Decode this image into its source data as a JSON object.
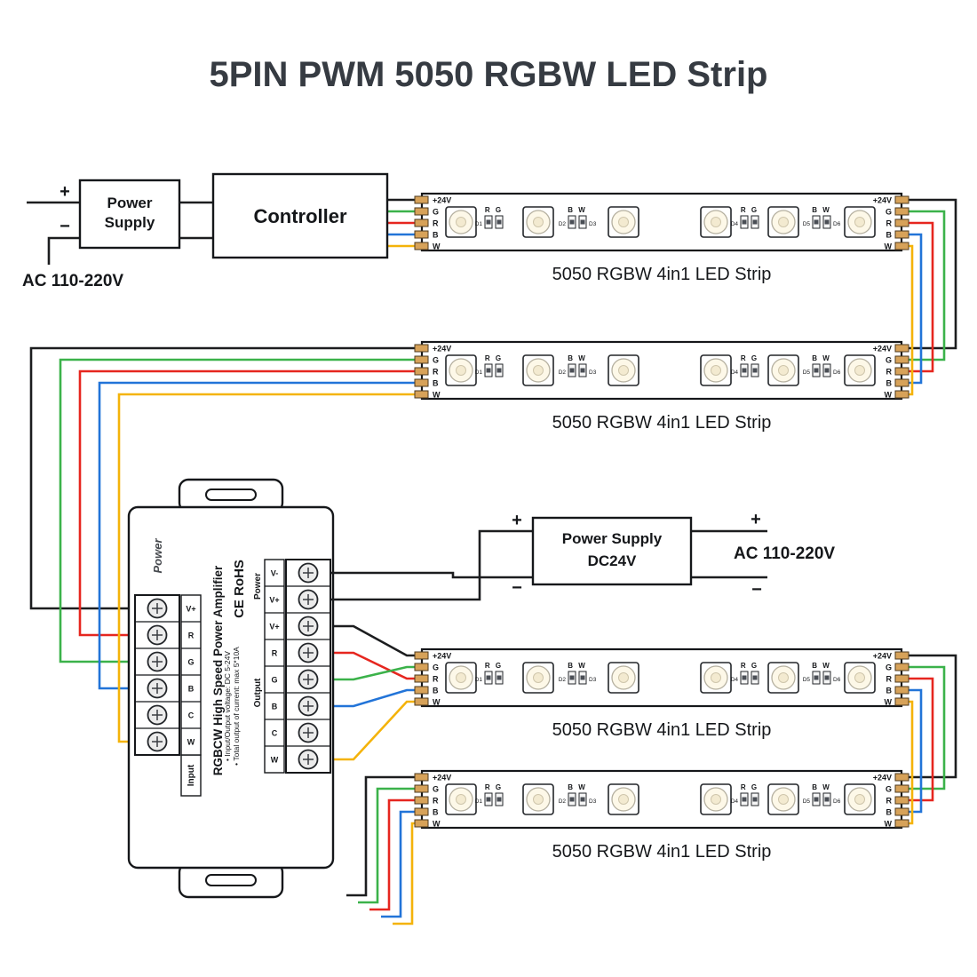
{
  "title": "5PIN PWM 5050 RGBW LED Strip",
  "colors": {
    "wire_black": "#1c1d1f",
    "wire_green": "#3bb24a",
    "wire_red": "#e6261f",
    "wire_blue": "#2274d8",
    "wire_yellow": "#f4b30a",
    "pad_gold": "#d7a259",
    "title_text": "#363b42"
  },
  "psu1": {
    "line1": "Power",
    "line2": "Supply",
    "plus": "+",
    "minus": "−",
    "ac": "AC 110-220V"
  },
  "controller": {
    "label": "Controller"
  },
  "psu2": {
    "line1": "Power Supply",
    "line2": "DC24V",
    "plus_left": "+",
    "minus_left": "−",
    "plus_right": "+",
    "minus_right": "−",
    "ac": "AC 110-220V"
  },
  "strips": [
    {
      "caption": "5050 RGBW 4in1 LED Strip"
    },
    {
      "caption": "5050 RGBW 4in1 LED Strip"
    },
    {
      "caption": "5050 RGBW 4in1 LED Strip"
    },
    {
      "caption": "5050 RGBW 4in1 LED Strip"
    }
  ],
  "strip": {
    "pads_left": [
      "+24V",
      "G",
      "R",
      "B",
      "W"
    ],
    "pads_right": [
      "+24V",
      "G",
      "R",
      "B",
      "W"
    ],
    "res_groups": [
      {
        "top": "R G",
        "left": "D1",
        "right": ""
      },
      {
        "top": "B W",
        "left": "D2",
        "right": "D3"
      },
      {
        "top": "R G",
        "left": "D4",
        "right": ""
      },
      {
        "top": "B W",
        "left": "D5",
        "right": "D6"
      }
    ]
  },
  "amplifier": {
    "brand": "Power",
    "name": "RGBCW High Speed Power Amplifier",
    "cert": "CE RoHS",
    "spec1": "• Input/Output voltage: DC 5-24V",
    "spec2": "• Total output of current: max 5*10A",
    "input_label": "Input",
    "power_label": "Power",
    "output_label": "Output",
    "input_pins": [
      "V+",
      "R",
      "G",
      "B",
      "C",
      "W"
    ],
    "power_pins": [
      "V-",
      "V+"
    ],
    "output_pins": [
      "V+",
      "R",
      "G",
      "B",
      "C",
      "W"
    ]
  }
}
